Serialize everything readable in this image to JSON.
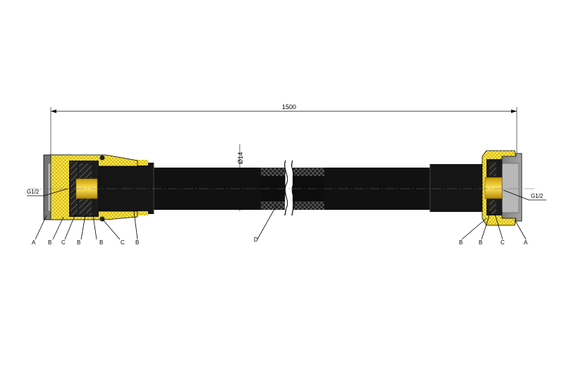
{
  "dimension": {
    "length": "1500",
    "diameter": "Ø14"
  },
  "thread_left": "G1/2",
  "thread_right": "G1/2",
  "callouts_left": [
    "A",
    "B",
    "C",
    "B",
    "B",
    "C",
    "B"
  ],
  "callouts_middle": [
    "D"
  ],
  "callouts_right": [
    "B",
    "B",
    "C",
    "A"
  ],
  "colors": {
    "hose": "#111111",
    "nut": "#ffe94a",
    "brass_insert": "#f0c400",
    "hatch": "#555555",
    "grey_body": "#8a8a8a",
    "light_grey": "#c8c8c8"
  }
}
